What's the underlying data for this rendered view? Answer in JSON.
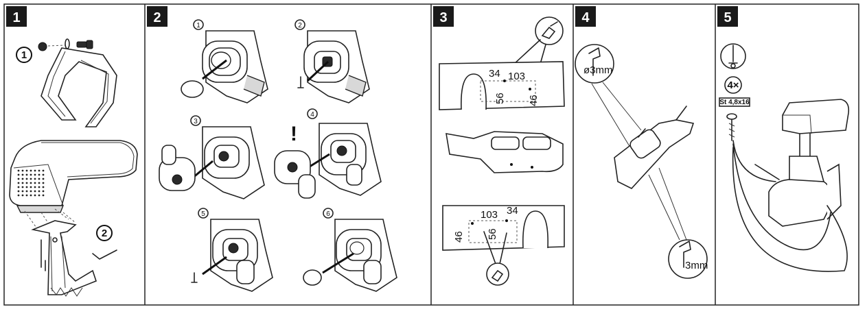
{
  "steps": [
    {
      "label": "1"
    },
    {
      "label": "2"
    },
    {
      "label": "3"
    },
    {
      "label": "4"
    },
    {
      "label": "5"
    }
  ],
  "step1": {
    "callout_a": "1",
    "callout_b": "2"
  },
  "step2": {
    "sub": [
      "1",
      "2",
      "3",
      "4",
      "5",
      "6"
    ],
    "warning": "!"
  },
  "step3": {
    "top": {
      "d1": "34",
      "d2": "103",
      "d3": "56",
      "d4": "46"
    },
    "bottom": {
      "d1": "103",
      "d2": "34",
      "d3": "56",
      "d4": "46"
    }
  },
  "step4": {
    "drill_top": "ø3mm",
    "drill_bottom": "3mm"
  },
  "step5": {
    "count": "4×",
    "screw_spec": "St 4,8x16"
  }
}
